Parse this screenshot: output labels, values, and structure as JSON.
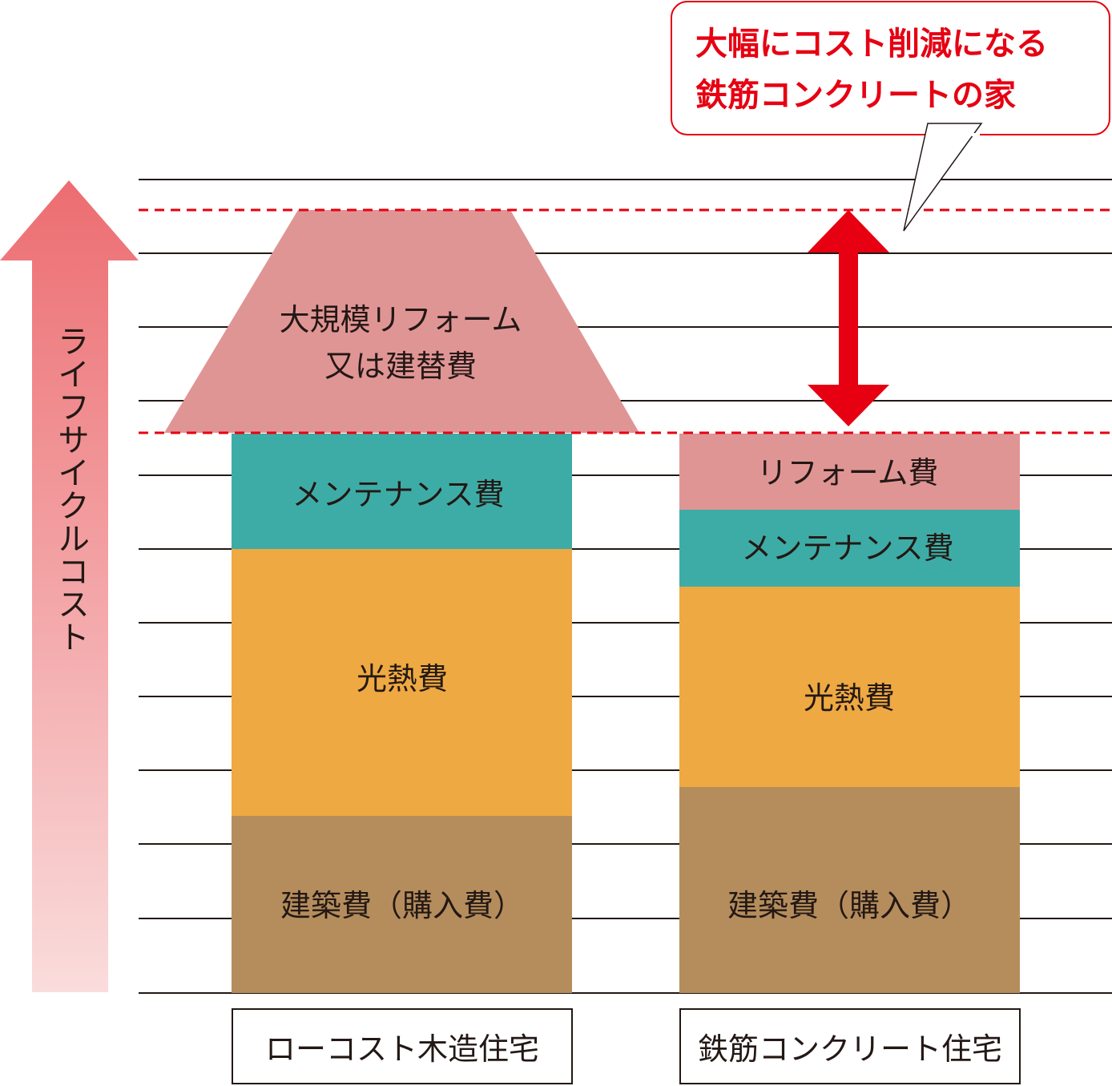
{
  "colors": {
    "building": "#b58d5c",
    "utility": "#eea942",
    "maintenance": "#3eaca6",
    "reform": "#e09595",
    "emphasis": "#e60012",
    "grid": "#231815"
  },
  "axis": {
    "label": "ライフサイクルコスト",
    "icon": "up-arrow-gradient"
  },
  "callout": {
    "line1": "大幅にコスト削減になる",
    "line2": "鉄筋コンクリートの家"
  },
  "columns": [
    {
      "category": "ローコスト木造住宅",
      "segments": [
        {
          "key": "building",
          "label": "建築費（購入費）"
        },
        {
          "key": "utility",
          "label": "光熱費"
        },
        {
          "key": "maintenance",
          "label": "メンテナンス費"
        }
      ],
      "roof": {
        "line1": "大規模リフォーム",
        "line2": "又は建替費"
      }
    },
    {
      "category": "鉄筋コンクリート住宅",
      "segments": [
        {
          "key": "building",
          "label": "建築費（購入費）"
        },
        {
          "key": "utility",
          "label": "光熱費"
        },
        {
          "key": "maintenance",
          "label": "メンテナンス費"
        },
        {
          "key": "reform",
          "label": "リフォーム費"
        }
      ]
    }
  ],
  "difference_icon": "double-headed-arrow"
}
